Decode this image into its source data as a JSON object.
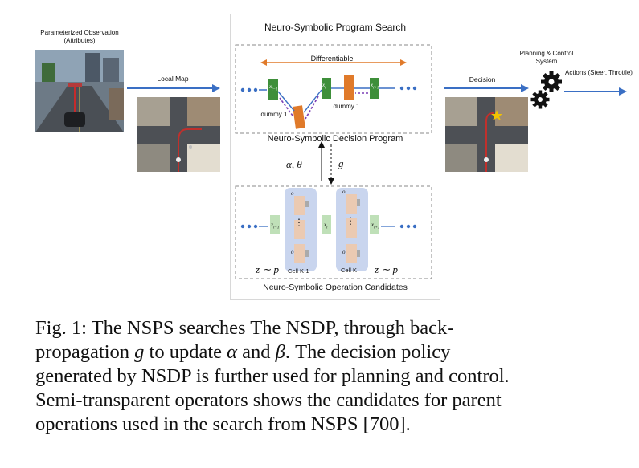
{
  "labels": {
    "param_obs": "Parameterized Observation (Attributes)",
    "local_map": "Local Map",
    "search_title": "Neuro-Symbolic Program Search",
    "differentiable": "Differentiable",
    "dummy_left": "dummy 1",
    "dummy_right": "dummy 1",
    "decision_program": "Neuro-Symbolic Decision Program",
    "alpha_theta": "α, θ",
    "g": "g",
    "cell_k1": "Cell K-1",
    "cell_k": "Cell K",
    "z_p_left": "z ∼ p",
    "z_p_right": "z ∼ p",
    "candidates": "Neuro-Symbolic Operation Candidates",
    "decision": "Decision",
    "planning": "Planning & Control System",
    "actions": "Actions (Steer, Throttle)",
    "x_im1": "x",
    "x_i": "x",
    "x_ip1": "x",
    "sub_im1": "i−1",
    "sub_i": "i",
    "sub_ip1": "i+1",
    "o_left_top": "o",
    "o_left_bot": "o",
    "o_right_top": "o",
    "o_right_bot": "o",
    "dots": "⋮"
  },
  "caption": {
    "l1": "Fig. 1: The NSPS searches The NSDP, through back-",
    "l2a": "propagation ",
    "l2g": "g",
    "l2b": " to update ",
    "l2alpha": "α",
    "l2c": " and ",
    "l2beta": "β",
    "l2d": ". The decision policy",
    "l3": "generated by NSDP is further used for planning and control.",
    "l4": "Semi-transparent operators shows the candidates for parent",
    "l5": "operations used in the search from NSPS [700]."
  },
  "colors": {
    "arrow_blue": "#3a6fc4",
    "orange": "#e07a2a",
    "green": "#3e8f3a",
    "purple": "#7b3fb5",
    "cell_bg": "#c9d5ee"
  }
}
